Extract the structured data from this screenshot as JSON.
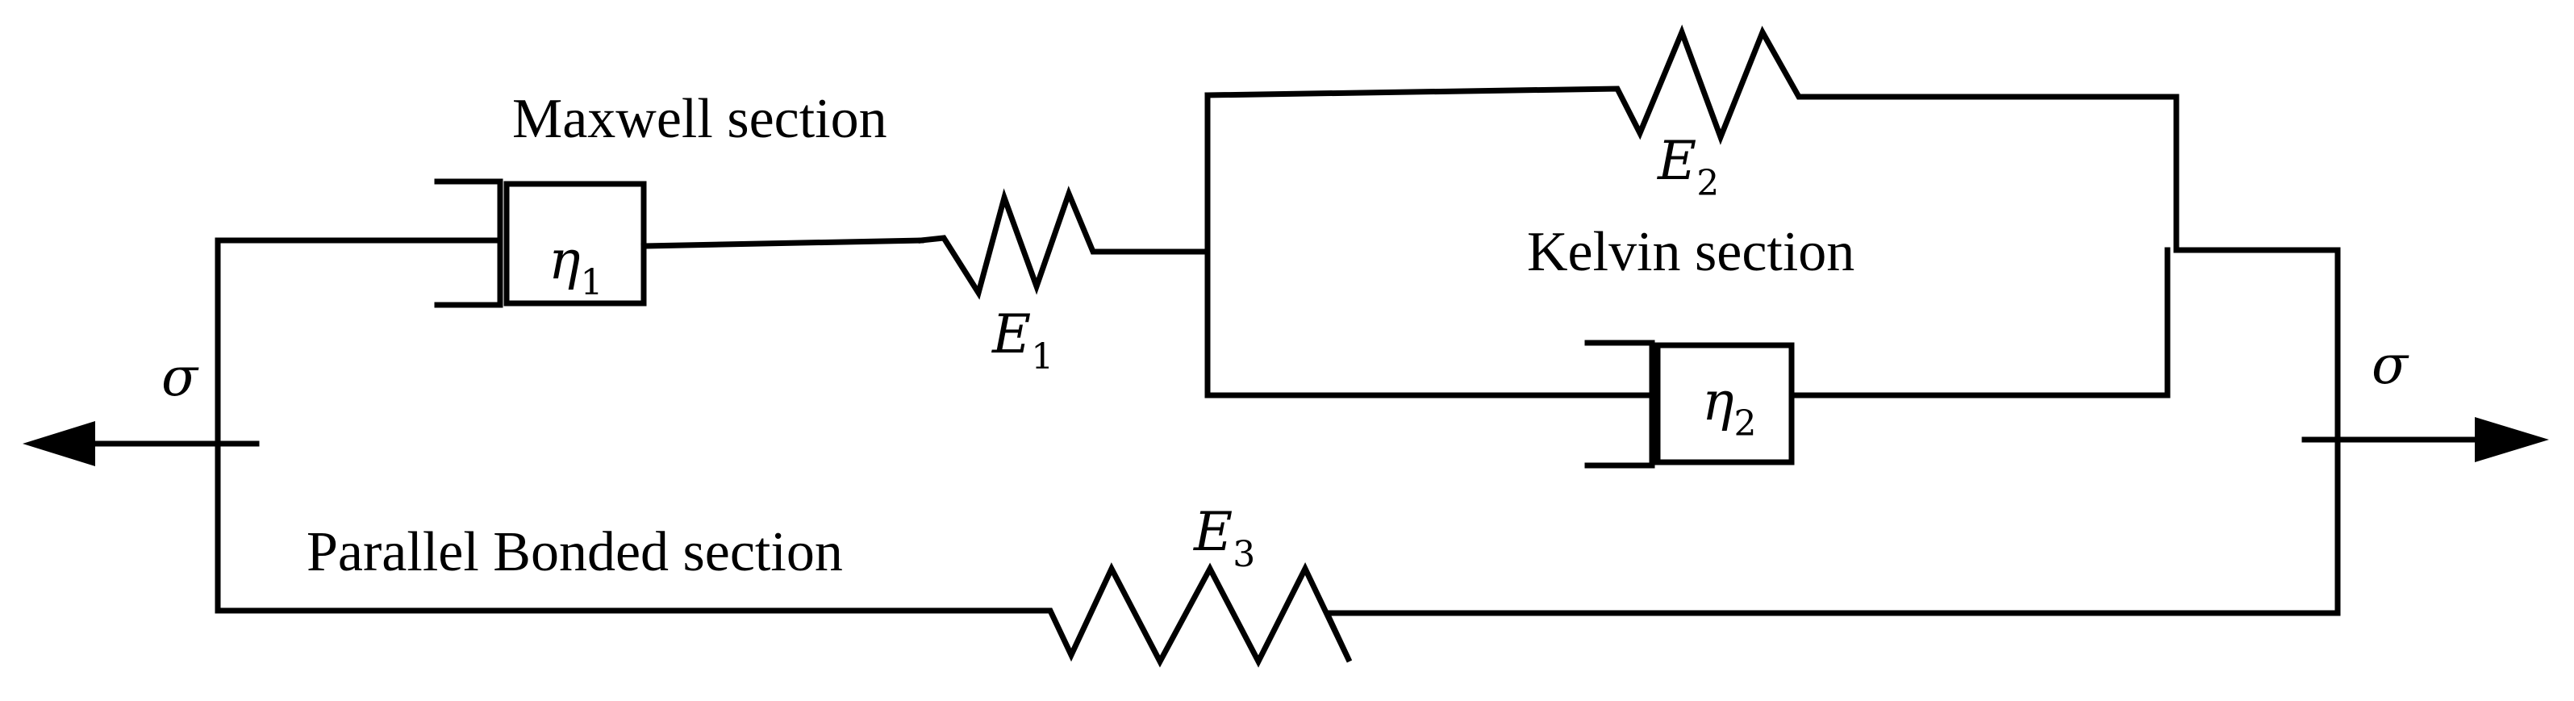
{
  "labels": {
    "maxwell": "Maxwell section",
    "kelvin": "Kelvin section",
    "parallel": "Parallel Bonded section"
  },
  "symbols": {
    "sigma_left": "σ",
    "sigma_right": "σ",
    "eta1": {
      "base": "η",
      "sub": "1"
    },
    "eta2": {
      "base": "η",
      "sub": "2"
    },
    "E1": {
      "base": "E",
      "sub": "1"
    },
    "E2": {
      "base": "E",
      "sub": "2"
    },
    "E3": {
      "base": "E",
      "sub": "3"
    }
  },
  "colors": {
    "stroke": "#000000",
    "background": "#ffffff"
  }
}
